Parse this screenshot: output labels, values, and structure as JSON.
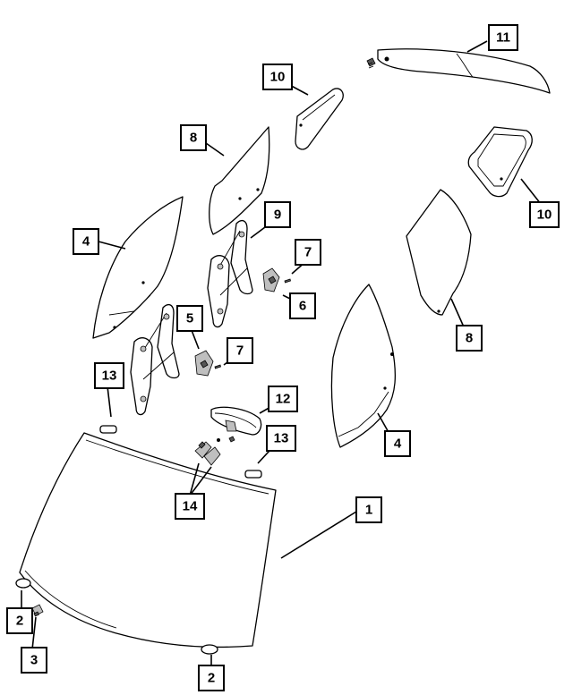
{
  "callouts": [
    {
      "id": "c11",
      "label": "11"
    },
    {
      "id": "c10a",
      "label": "10"
    },
    {
      "id": "c8a",
      "label": "8"
    },
    {
      "id": "c10b",
      "label": "10"
    },
    {
      "id": "c9",
      "label": "9"
    },
    {
      "id": "c4a",
      "label": "4"
    },
    {
      "id": "c7a",
      "label": "7"
    },
    {
      "id": "c6",
      "label": "6"
    },
    {
      "id": "c8b",
      "label": "8"
    },
    {
      "id": "c5",
      "label": "5"
    },
    {
      "id": "c7b",
      "label": "7"
    },
    {
      "id": "c13a",
      "label": "13"
    },
    {
      "id": "c12",
      "label": "12"
    },
    {
      "id": "c4b",
      "label": "4"
    },
    {
      "id": "c13b",
      "label": "13"
    },
    {
      "id": "c14",
      "label": "14"
    },
    {
      "id": "c1",
      "label": "1"
    },
    {
      "id": "c2a",
      "label": "2"
    },
    {
      "id": "c3",
      "label": "3"
    },
    {
      "id": "c2b",
      "label": "2"
    }
  ]
}
